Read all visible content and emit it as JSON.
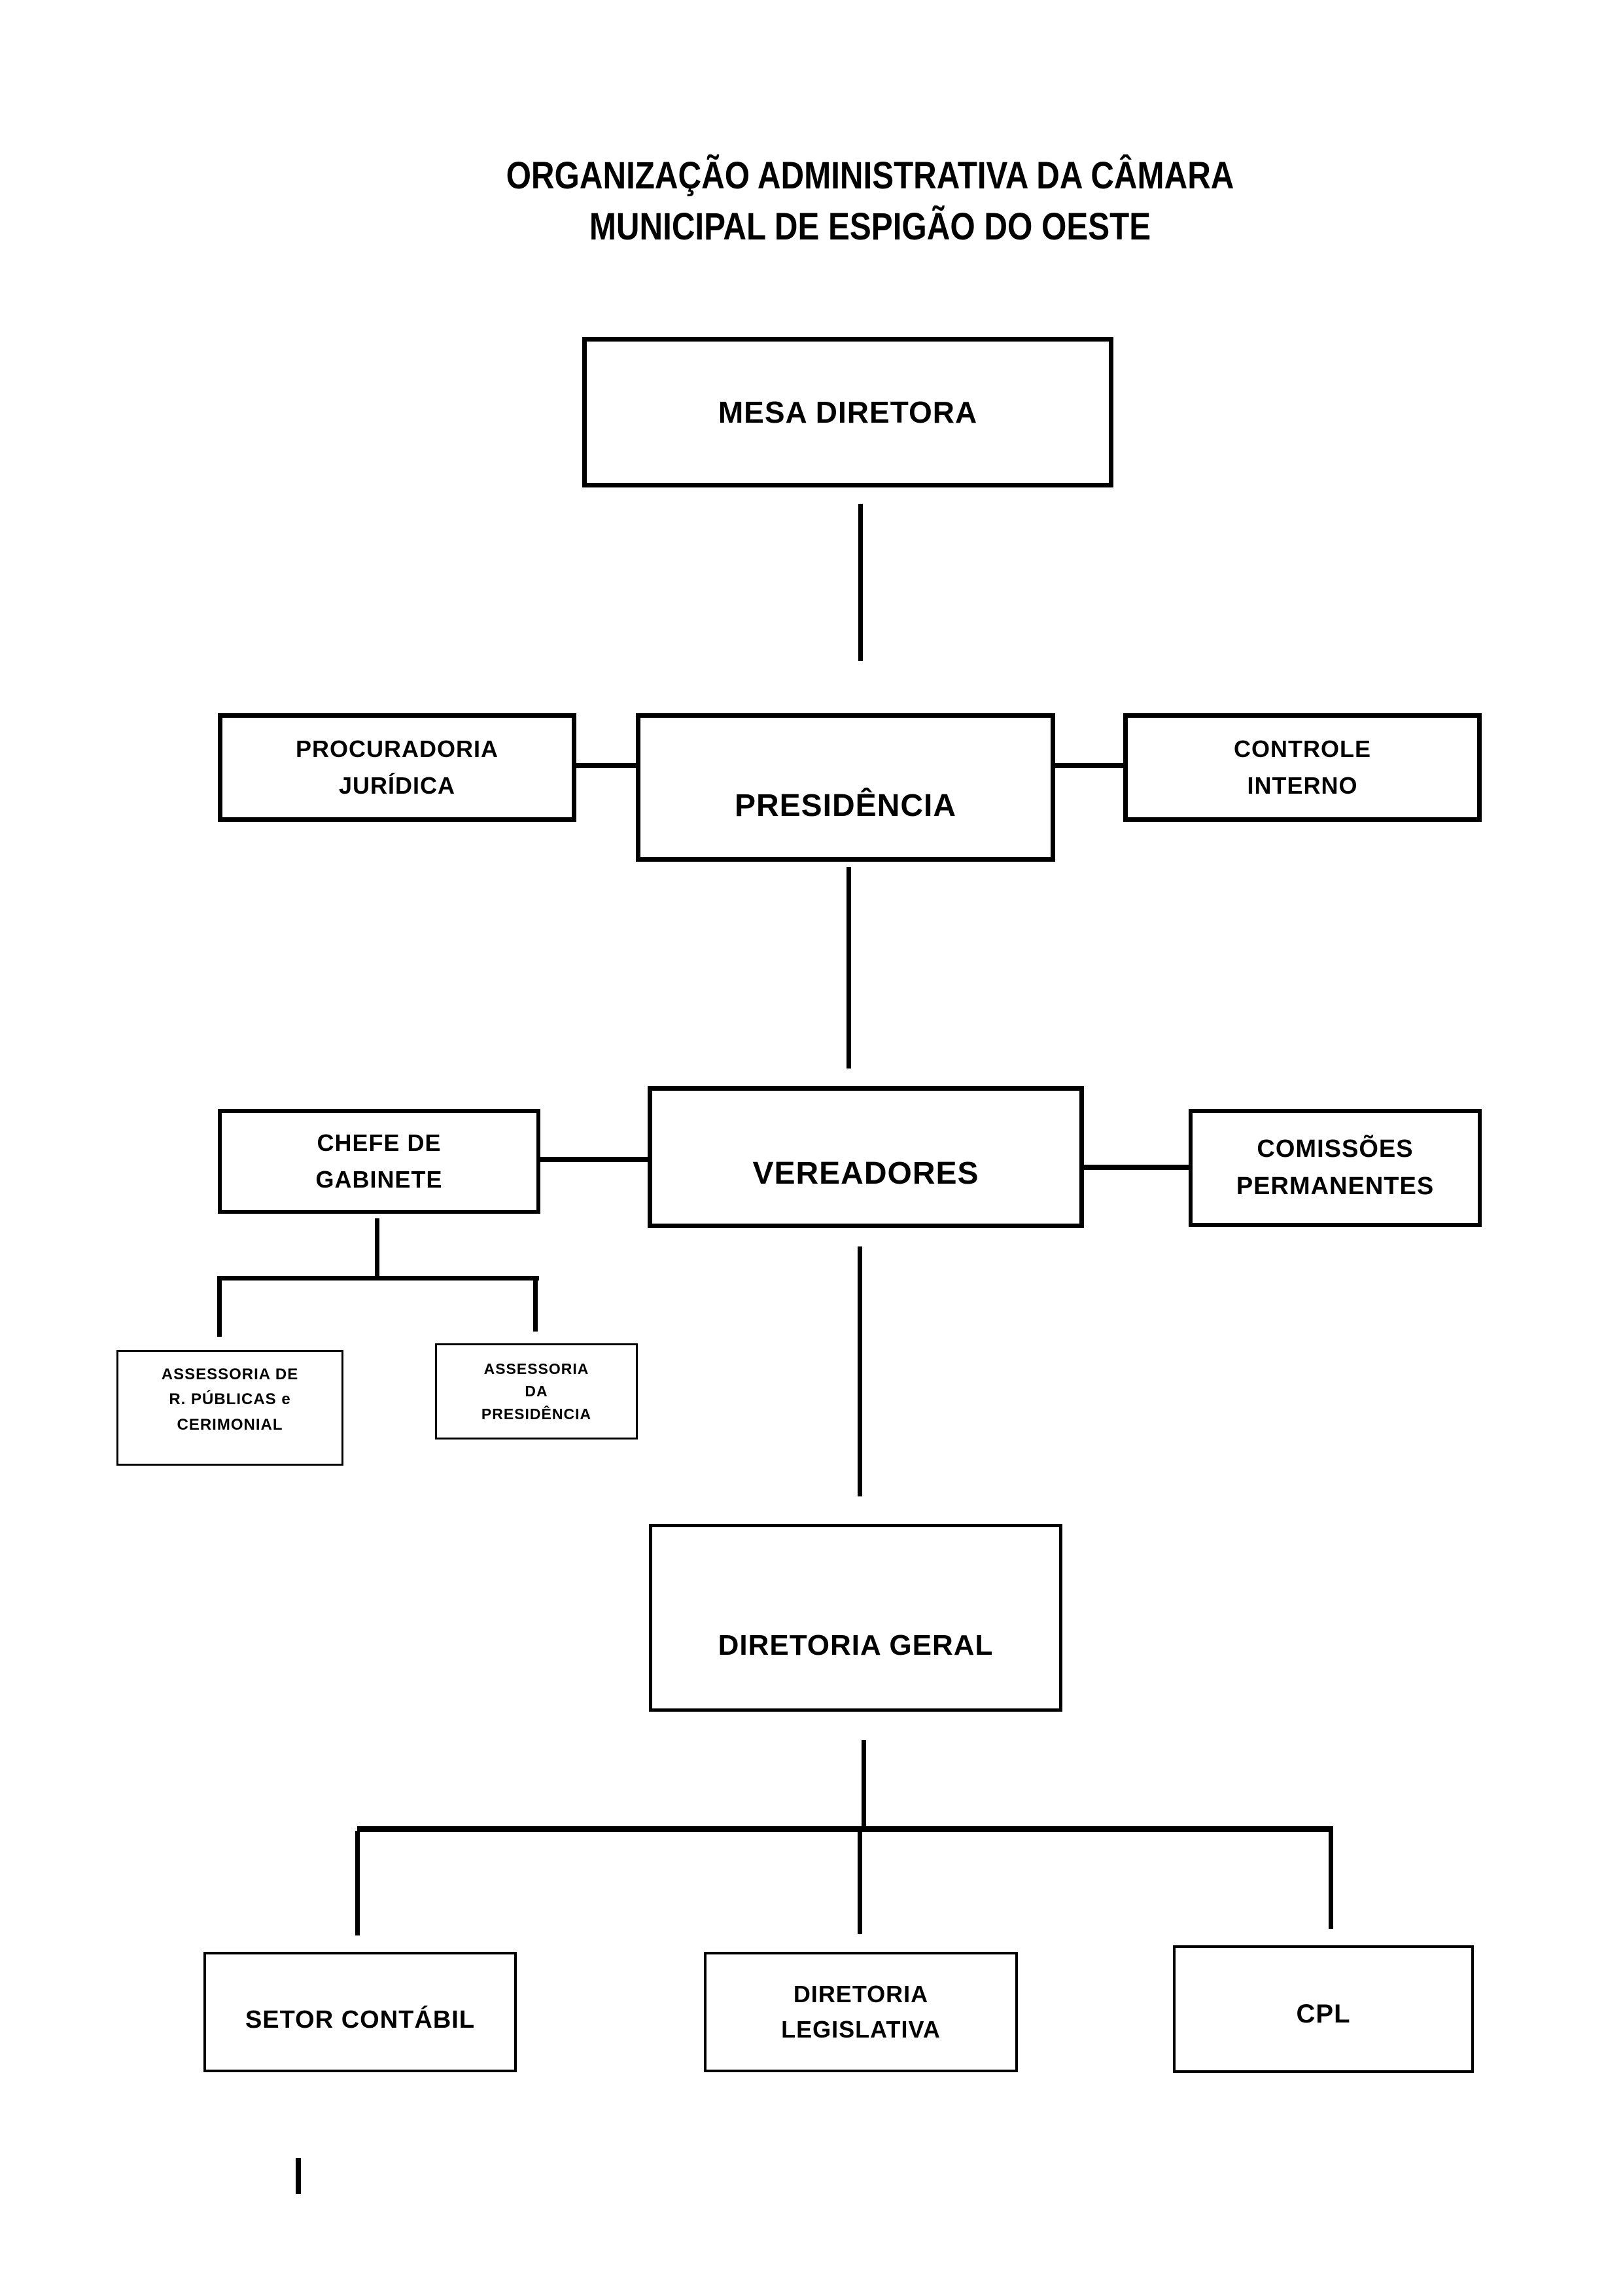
{
  "title": {
    "line1": "ORGANIZAÇÃO ADMINISTRATIVA DA CÂMARA",
    "line2": "MUNICIPAL DE ESPIGÃO DO OESTE"
  },
  "colors": {
    "box_fill": "#FFFFFF",
    "box_border": "#000000",
    "shadow_fill": "#8493B7",
    "connector": "#000000",
    "text": "#000000",
    "page_background": "#FFFFFF"
  },
  "nodes": {
    "mesa_diretora": {
      "label": "MESA DIRETORA"
    },
    "procuradoria_juridica": {
      "lines": [
        "PROCURADORIA",
        "JURÍDICA"
      ]
    },
    "presidencia": {
      "label": "PRESIDÊNCIA"
    },
    "controle_interno": {
      "lines": [
        "CONTROLE",
        "INTERNO"
      ]
    },
    "chefe_de_gabinete": {
      "lines": [
        "CHEFE DE",
        "GABINETE"
      ]
    },
    "vereadores": {
      "label": "VEREADORES"
    },
    "comissoes_permanentes": {
      "lines": [
        "COMISSÕES",
        "PERMANENTES"
      ]
    },
    "assessoria_rp_cerimonial": {
      "lines": [
        "ASSESSORIA DE",
        "R. PÚBLICAS e",
        "CERIMONIAL"
      ]
    },
    "assessoria_presidencia": {
      "lines": [
        "ASSESSORIA",
        "DA",
        "PRESIDÊNCIA"
      ]
    },
    "diretoria_geral": {
      "label": "DIRETORIA GERAL"
    },
    "setor_contabil": {
      "label": "SETOR CONTÁBIL"
    },
    "diretoria_legislativa": {
      "lines": [
        "DIRETORIA",
        "LEGISLATIVA"
      ]
    },
    "cpl": {
      "label": "CPL"
    }
  },
  "connections": [
    {
      "from": "mesa_diretora",
      "to": "presidencia"
    },
    {
      "from": "presidencia",
      "to": "procuradoria_juridica"
    },
    {
      "from": "presidencia",
      "to": "controle_interno"
    },
    {
      "from": "presidencia",
      "to": "vereadores"
    },
    {
      "from": "vereadores",
      "to": "chefe_de_gabinete"
    },
    {
      "from": "vereadores",
      "to": "comissoes_permanentes"
    },
    {
      "from": "chefe_de_gabinete",
      "to": "assessoria_rp_cerimonial"
    },
    {
      "from": "chefe_de_gabinete",
      "to": "assessoria_presidencia"
    },
    {
      "from": "vereadores",
      "to": "diretoria_geral"
    },
    {
      "from": "diretoria_geral",
      "to": "setor_contabil"
    },
    {
      "from": "diretoria_geral",
      "to": "diretoria_legislativa"
    },
    {
      "from": "diretoria_geral",
      "to": "cpl"
    }
  ]
}
